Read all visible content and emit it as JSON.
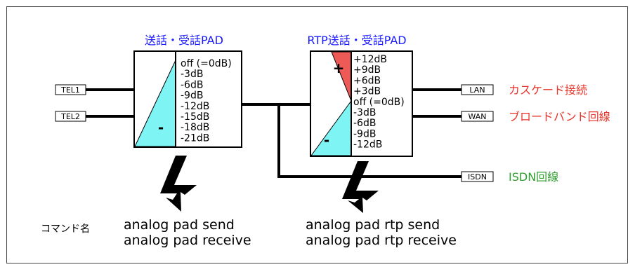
{
  "pad1": {
    "title": "送話・受話PAD",
    "levels": [
      "off (=0dB)",
      "-3dB",
      "-6dB",
      "-9dB",
      "-12dB",
      "-15dB",
      "-18dB",
      "-21dB"
    ],
    "minus_sign": "-"
  },
  "pad2": {
    "title": "RTP送話・受話PAD",
    "levels": [
      "+12dB",
      "+9dB",
      "+6dB",
      "+3dB",
      "off (=0dB)",
      "-3dB",
      "-6dB",
      "-9dB",
      "-12dB"
    ],
    "plus_sign": "+",
    "minus_sign": "-"
  },
  "ports": {
    "tel1": "TEL1",
    "tel2": "TEL2",
    "lan": "LAN",
    "wan": "WAN",
    "isdn": "ISDN"
  },
  "connection_labels": {
    "lan": "カスケード接続",
    "wan": "ブロードバンド回線",
    "isdn": "ISDN回線"
  },
  "command_label": "コマンド名",
  "commands1": [
    "analog pad send",
    "analog pad receive"
  ],
  "commands2": [
    "analog pad rtp send",
    "analog pad rtp receive"
  ],
  "colors": {
    "title_blue": "#1a1aff",
    "red_text": "#e8332a",
    "green_text": "#2e9e2e",
    "cyan_fill": "#7ff4f4",
    "red_fill": "#ee5a55"
  }
}
